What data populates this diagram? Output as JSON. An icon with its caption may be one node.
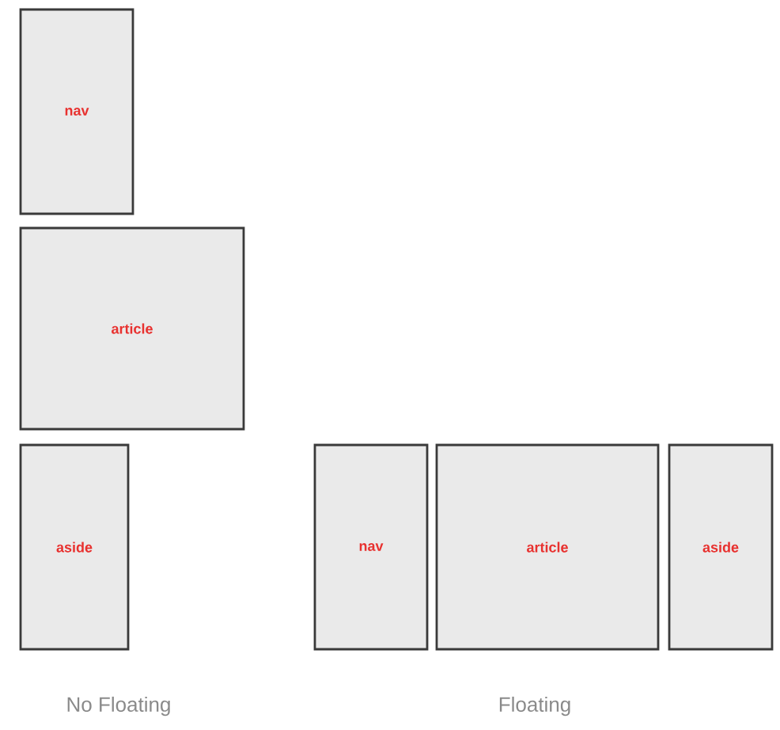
{
  "diagram": {
    "nodes": [
      {
        "text": [
          "nav"
        ]
      },
      {
        "text": [
          "article"
        ]
      },
      {
        "text": [
          "aside"
        ]
      },
      {
        "text": [
          "nav"
        ]
      },
      {
        "text": [
          "article"
        ]
      },
      {
        "text": [
          "aside"
        ]
      }
    ],
    "labels": [
      "No Floating",
      "Floating"
    ]
  }
}
